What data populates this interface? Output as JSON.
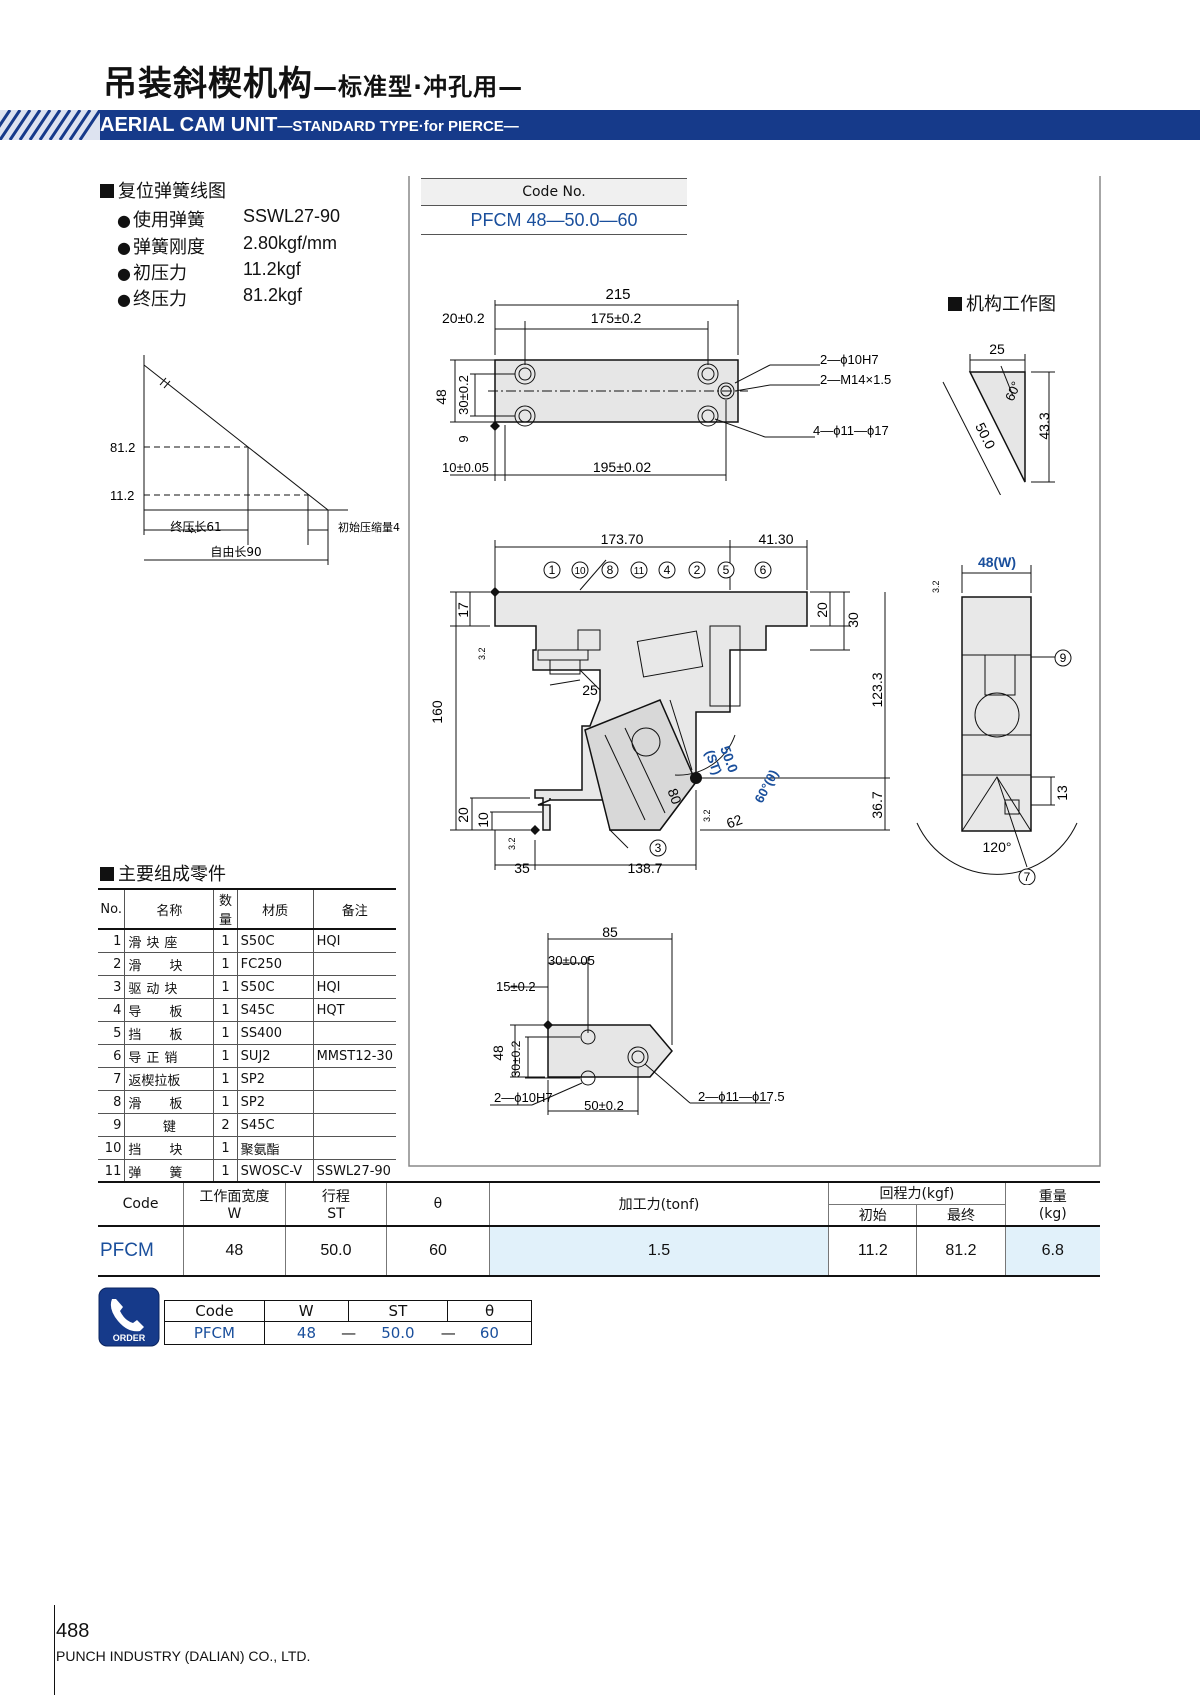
{
  "header": {
    "title_cn": "吊装斜楔机构",
    "title_cn_sub": "—标准型·冲孔用—",
    "title_en": "AERIAL CAM UNIT",
    "title_en_sub": "—STANDARD TYPE·for PIERCE—"
  },
  "spring": {
    "section_title": "复位弹簧线图",
    "specs": [
      {
        "label": "使用弹簧",
        "value": "SSWL27-90"
      },
      {
        "label": "弹簧刚度",
        "value": "2.80kgf/mm"
      },
      {
        "label": "初压力",
        "value": "11.2kgf"
      },
      {
        "label": "终压力",
        "value": "81.2kgf"
      }
    ],
    "chart": {
      "y_final": "81.2",
      "y_initial": "11.2",
      "final_len_label": "终压长61",
      "initial_comp_label": "初始压缩量4",
      "free_len_label": "自由长90"
    }
  },
  "code_box": {
    "header": "Code No.",
    "value": "PFCM 48—50.0—60"
  },
  "drawing": {
    "mech_title": "机构工作图",
    "top_view": {
      "d215": "215",
      "d20": "20±0.2",
      "d175": "175±0.2",
      "d48": "48",
      "d30": "30±0.2",
      "d9": "9",
      "d10": "10±0.05",
      "d195": "195±0.02",
      "hole1": "2—ϕ10H7",
      "hole2": "2—M14×1.5",
      "hole3": "4—ϕ11—ϕ17"
    },
    "mech": {
      "d25": "25",
      "d60": "60°",
      "d50": "50.0",
      "d43": "43.3"
    },
    "front_view": {
      "d173": "173.70",
      "d41": "41.30",
      "d17": "17",
      "d20a": "20",
      "d30": "30",
      "d160": "160",
      "d123": "123.3",
      "d25": "25",
      "d20b": "20",
      "d10": "10",
      "d35": "35",
      "d138": "138.7",
      "d36": "36.7",
      "d80": "80",
      "d62": "62",
      "st_value": "50.0",
      "st_label": "(ST)",
      "angle": "60°(θ)",
      "rough": "3.2",
      "balloons": [
        "1",
        "10",
        "8",
        "11",
        "4",
        "2",
        "5",
        "6",
        "3"
      ]
    },
    "side_view": {
      "width_label": "48(W)",
      "d13": "13",
      "d120": "120°",
      "balloon9": "9",
      "balloon7": "7"
    },
    "bottom_view": {
      "d85": "85",
      "d30": "30±0.05",
      "d15": "15±0.2",
      "d48": "48",
      "d30b": "30±0.2",
      "d50": "50±0.2",
      "hole1": "2—ϕ10H7",
      "hole2": "2—ϕ11—ϕ17.5"
    }
  },
  "parts": {
    "section_title": "主要组成零件",
    "headers": [
      "No.",
      "名称",
      "数量",
      "材质",
      "备注"
    ],
    "rows": [
      {
        "no": "1",
        "name": "滑块座",
        "qty": "1",
        "mat": "S50C",
        "note": "HQI"
      },
      {
        "no": "2",
        "name": "滑块",
        "qty": "1",
        "mat": "FC250",
        "note": ""
      },
      {
        "no": "3",
        "name": "驱动块",
        "qty": "1",
        "mat": "S50C",
        "note": "HQI"
      },
      {
        "no": "4",
        "name": "导板",
        "qty": "1",
        "mat": "S45C",
        "note": "HQT"
      },
      {
        "no": "5",
        "name": "挡板",
        "qty": "1",
        "mat": "SS400",
        "note": ""
      },
      {
        "no": "6",
        "name": "导正销",
        "qty": "1",
        "mat": "SUJ2",
        "note": "MMST12-30"
      },
      {
        "no": "7",
        "name": "返楔拉板",
        "qty": "1",
        "mat": "SP2",
        "note": ""
      },
      {
        "no": "8",
        "name": "滑板",
        "qty": "1",
        "mat": "SP2",
        "note": ""
      },
      {
        "no": "9",
        "name": "键",
        "qty": "2",
        "mat": "S45C",
        "note": ""
      },
      {
        "no": "10",
        "name": "挡块",
        "qty": "1",
        "mat": "聚氨酯",
        "note": ""
      },
      {
        "no": "11",
        "name": "弹簧",
        "qty": "1",
        "mat": "SWOSC-V",
        "note": "SSWL27-90"
      }
    ]
  },
  "spec_table": {
    "h_code": "Code",
    "h_width": "工作面宽度",
    "h_width_sym": "W",
    "h_stroke": "行程",
    "h_stroke_sym": "ST",
    "h_theta": "θ",
    "h_force": "加工力(tonf)",
    "h_return": "回程力(kgf)",
    "h_initial": "初始",
    "h_final": "最终",
    "h_weight": "重量",
    "h_weight_unit": "(kg)",
    "row": {
      "code": "PFCM",
      "w": "48",
      "st": "50.0",
      "theta": "60",
      "force": "1.5",
      "initial": "11.2",
      "final": "81.2",
      "weight": "6.8"
    }
  },
  "order": {
    "icon_label": "ORDER",
    "headers": [
      "Code",
      "W",
      "ST",
      "θ"
    ],
    "values": {
      "code": "PFCM",
      "w": "48",
      "sep1": "—",
      "st": "50.0",
      "sep2": "—",
      "theta": "60"
    }
  },
  "footer": {
    "page": "488",
    "company": "PUNCH INDUSTRY (DALIAN) CO., LTD."
  },
  "colors": {
    "banner": "#163a8a",
    "accent_text": "#1a4f9c",
    "highlight": "#e1f1fa"
  }
}
